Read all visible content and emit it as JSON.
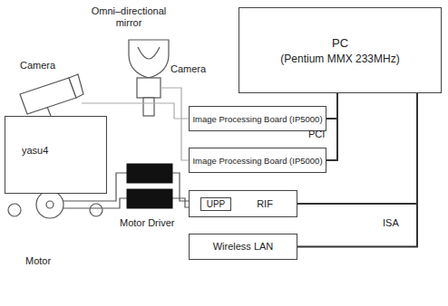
{
  "diagram": {
    "nodes": [
      {
        "text": [
          "PC",
          "(Pentium MMX 233MHz)"
        ]
      },
      {
        "text": [
          "yasu4"
        ]
      },
      {
        "text": [
          "Image Processing Board (IP5000)"
        ]
      },
      {
        "text": [
          "Image Processing Board (IP5000)"
        ]
      },
      {
        "text": [
          "RIF"
        ]
      },
      {
        "text": [
          "UPP"
        ],
        "in": 4
      },
      {
        "text": [
          "Wireless LAN"
        ]
      }
    ],
    "edges": [
      {
        "from": 0,
        "to": 2,
        "arrow": "none"
      },
      {
        "from": 0,
        "to": 3,
        "arrow": "none"
      },
      {
        "from": 0,
        "to": 4,
        "arrow": "none"
      },
      {
        "from": 0,
        "to": 6,
        "arrow": "none"
      }
    ],
    "labels": [
      "Omni–directional mirror",
      "Camera",
      "Camera",
      "Motor",
      "Motor Driver",
      "PCI",
      "ISA"
    ]
  }
}
